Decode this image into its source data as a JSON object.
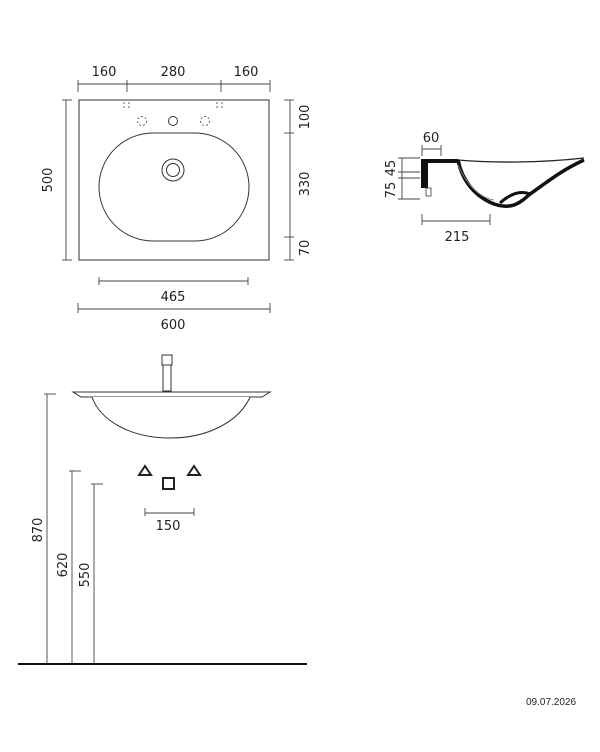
{
  "top_view": {
    "widths": [
      "160",
      "280",
      "160"
    ],
    "depths": [
      "100",
      "330",
      "70"
    ],
    "total_depth": "500",
    "bowl_width": "465",
    "total_width": "600"
  },
  "section_view": {
    "rim_width": "60",
    "heights": [
      "75",
      "45"
    ],
    "base_width": "215"
  },
  "front_view": {
    "tap_spacing": "150",
    "heights": [
      "870",
      "620",
      "550"
    ]
  },
  "date": "09.07.2026"
}
